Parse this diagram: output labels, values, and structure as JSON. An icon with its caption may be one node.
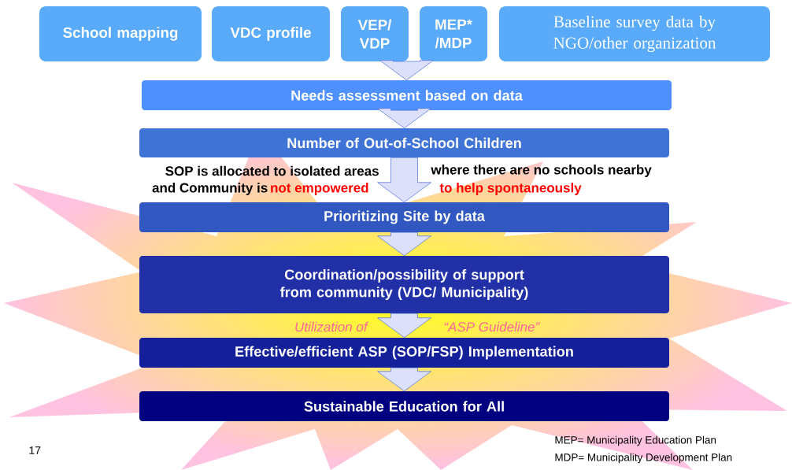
{
  "diagram": {
    "nodes": [
      {
        "text": [
          "School mapping"
        ]
      },
      {
        "text": [
          "VDC profile"
        ]
      },
      {
        "text": [
          "VEP/ VDP"
        ]
      },
      {
        "text": [
          "MEP* /MDP"
        ]
      },
      {
        "text": [
          "Baseline survey data by NGO/other organization"
        ]
      },
      {
        "text": [
          "Needs assessment based on data"
        ]
      },
      {
        "text": [
          "Number of Out-of-School Children"
        ]
      },
      {
        "text": [
          "Prioritizing Site by data"
        ]
      },
      {
        "text": [
          "Coordination/possibility of support from community (VDC/ Municipality)"
        ]
      },
      {
        "text": [
          "Effective/efficient ASP (SOP/FSP) Implementation"
        ]
      },
      {
        "text": [
          "Sustainable Education for All"
        ]
      }
    ],
    "edges": [
      {
        "from": null,
        "to": 5,
        "arrow": "to"
      },
      {
        "from": 5,
        "to": 6,
        "arrow": "to"
      },
      {
        "from": 6,
        "to": 7,
        "arrow": "to"
      },
      {
        "from": 7,
        "to": 8,
        "arrow": "to"
      },
      {
        "from": 8,
        "to": 9,
        "arrow": "to"
      },
      {
        "from": 9,
        "to": 10,
        "arrow": "to"
      }
    ],
    "labels": [
      "SOP is allocated to isolated areas",
      "where there are no schools nearby",
      "and Community is",
      "not empowered",
      "to help spontaneously",
      "Utilization of",
      "“ASP Guideline”",
      "17",
      "MEP= Municipality Education Plan",
      "MDP= Municipality Development Plan"
    ]
  }
}
